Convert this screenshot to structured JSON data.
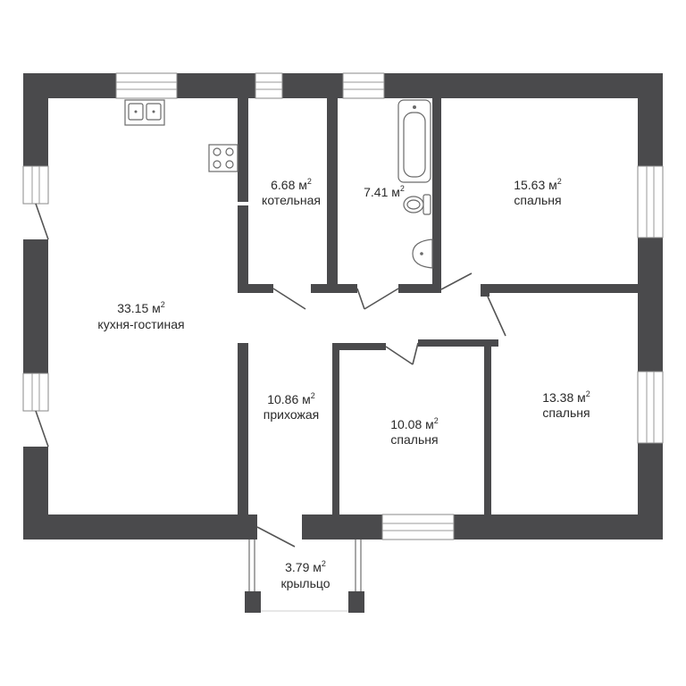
{
  "plan": {
    "rooms": [
      {
        "id": "living-kitchen",
        "area": "33.15 м",
        "sup": "2",
        "name": "кухня-гостиная"
      },
      {
        "id": "boiler-room",
        "area": "6.68 м",
        "sup": "2",
        "name": "котельная"
      },
      {
        "id": "bathroom",
        "area": "7.41 м",
        "sup": "2",
        "name": ""
      },
      {
        "id": "bedroom-1",
        "area": "15.63 м",
        "sup": "2",
        "name": "спальня"
      },
      {
        "id": "hallway",
        "area": "10.86 м",
        "sup": "2",
        "name": "прихожая"
      },
      {
        "id": "bedroom-2",
        "area": "10.08 м",
        "sup": "2",
        "name": "спальня"
      },
      {
        "id": "bedroom-3",
        "area": "13.38 м",
        "sup": "2",
        "name": "спальня"
      },
      {
        "id": "porch",
        "area": "3.79 м",
        "sup": "2",
        "name": "крыльцо"
      }
    ],
    "colors": {
      "wall": "#4a4a4c",
      "background": "#ffffff",
      "text": "#2a2a2a"
    }
  }
}
